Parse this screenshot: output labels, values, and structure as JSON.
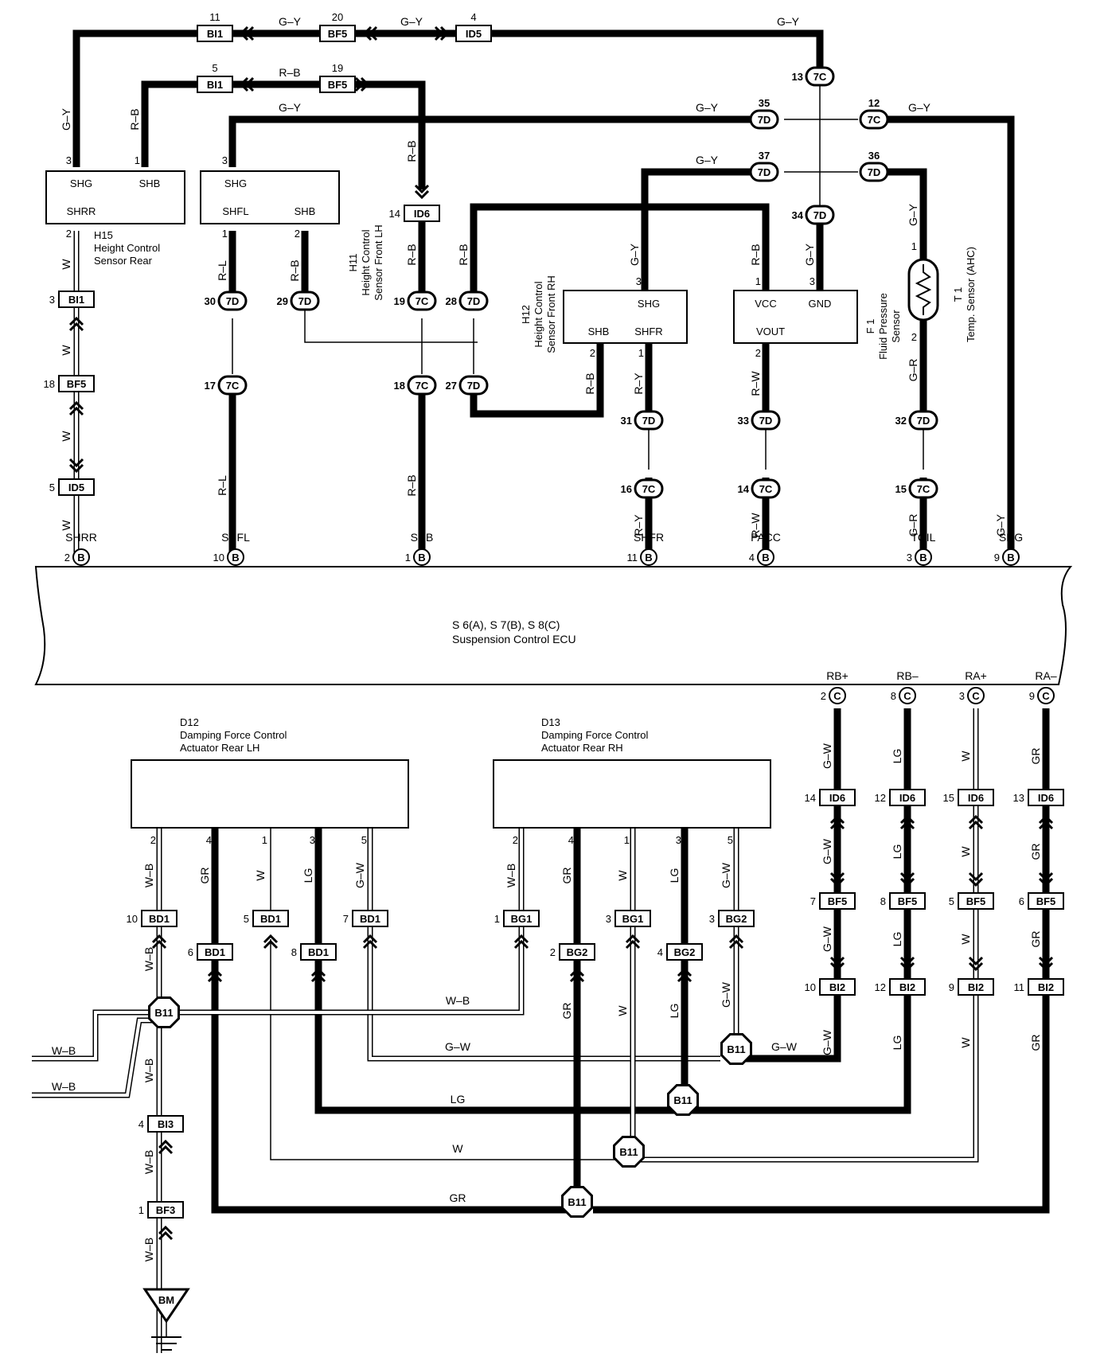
{
  "ecu": {
    "title_line1": "S 6(A), S 7(B), S 8(C)",
    "title_line2": "Suspension Control ECU",
    "terminals_top": [
      {
        "pin": "2",
        "conn": "B",
        "name": "SHRR"
      },
      {
        "pin": "10",
        "conn": "B",
        "name": "SHFL"
      },
      {
        "pin": "1",
        "conn": "B",
        "name": "SHB"
      },
      {
        "pin": "11",
        "conn": "B",
        "name": "SHFR"
      },
      {
        "pin": "4",
        "conn": "B",
        "name": "PACC"
      },
      {
        "pin": "3",
        "conn": "B",
        "name": "TOIL"
      },
      {
        "pin": "9",
        "conn": "B",
        "name": "SHG"
      }
    ],
    "terminals_bottom": [
      {
        "pin": "2",
        "conn": "C",
        "name": "RB+"
      },
      {
        "pin": "8",
        "conn": "C",
        "name": "RB–"
      },
      {
        "pin": "3",
        "conn": "C",
        "name": "RA+"
      },
      {
        "pin": "9",
        "conn": "C",
        "name": "RA–"
      }
    ]
  },
  "components": {
    "h15": {
      "code": "H15",
      "line1": "Height Control",
      "line2": "Sensor Rear",
      "terms": [
        "SHG",
        "SHB",
        "SHRR"
      ],
      "pins": [
        "3",
        "1",
        "2"
      ]
    },
    "h11": {
      "code": "H11",
      "line1": "Height Control",
      "line2": "Sensor Front LH",
      "terms": [
        "SHG",
        "SHFL",
        "SHB"
      ],
      "pins": [
        "3",
        "1",
        "2"
      ]
    },
    "h12": {
      "code": "H12",
      "line1": "Height Control",
      "line2": "Sensor Front RH",
      "terms": [
        "SHG",
        "SHB",
        "SHFR"
      ],
      "pins": [
        "3",
        "2",
        "1"
      ]
    },
    "f1": {
      "code": "F 1",
      "line1": "Fluid Pressure",
      "line2": "Sensor",
      "terms": [
        "VCC",
        "GND",
        "VOUT"
      ],
      "pins": [
        "1",
        "3",
        "2"
      ]
    },
    "t1": {
      "code": "T 1",
      "line1": "Temp.  Sensor (AHC)",
      "pins": [
        "1",
        "2"
      ]
    },
    "d12": {
      "code": "D12",
      "line1": "Damping Force Control",
      "line2": "Actuator Rear LH",
      "pins": [
        "2",
        "4",
        "1",
        "3",
        "5"
      ]
    },
    "d13": {
      "code": "D13",
      "line1": "Damping Force Control",
      "line2": "Actuator Rear RH",
      "pins": [
        "2",
        "4",
        "1",
        "3",
        "5"
      ]
    },
    "ground": "BM"
  },
  "connectors": {
    "top_row": [
      {
        "pin": "11",
        "id": "BI1"
      },
      {
        "pin": "20",
        "id": "BF5"
      },
      {
        "pin": "4",
        "id": "ID5"
      },
      {
        "pin": "5",
        "id": "BI1"
      },
      {
        "pin": "19",
        "id": "BF5"
      }
    ],
    "rear_sensor_chain": [
      {
        "pin": "3",
        "id": "BI1"
      },
      {
        "pin": "18",
        "id": "BF5"
      },
      {
        "pin": "5",
        "id": "ID5"
      }
    ],
    "id6_shb": {
      "pin": "14",
      "id": "ID6"
    },
    "oval_7c_7d": [
      {
        "pin": "13",
        "id": "7C"
      },
      {
        "pin": "35",
        "id": "7D"
      },
      {
        "pin": "12",
        "id": "7C"
      },
      {
        "pin": "37",
        "id": "7D"
      },
      {
        "pin": "36",
        "id": "7D"
      },
      {
        "pin": "34",
        "id": "7D"
      },
      {
        "pin": "30",
        "id": "7D"
      },
      {
        "pin": "29",
        "id": "7D"
      },
      {
        "pin": "19",
        "id": "7C"
      },
      {
        "pin": "28",
        "id": "7D"
      },
      {
        "pin": "17",
        "id": "7C"
      },
      {
        "pin": "18",
        "id": "7C"
      },
      {
        "pin": "27",
        "id": "7D"
      },
      {
        "pin": "31",
        "id": "7D"
      },
      {
        "pin": "33",
        "id": "7D"
      },
      {
        "pin": "32",
        "id": "7D"
      },
      {
        "pin": "16",
        "id": "7C"
      },
      {
        "pin": "14",
        "id": "7C"
      },
      {
        "pin": "15",
        "id": "7C"
      }
    ],
    "rear_ecu_chain": [
      {
        "pin": "14",
        "id": "ID6"
      },
      {
        "pin": "12",
        "id": "ID6"
      },
      {
        "pin": "15",
        "id": "ID6"
      },
      {
        "pin": "13",
        "id": "ID6"
      },
      {
        "pin": "7",
        "id": "BF5"
      },
      {
        "pin": "8",
        "id": "BF5"
      },
      {
        "pin": "5",
        "id": "BF5"
      },
      {
        "pin": "6",
        "id": "BF5"
      },
      {
        "pin": "10",
        "id": "BI2"
      },
      {
        "pin": "12",
        "id": "BI2"
      },
      {
        "pin": "9",
        "id": "BI2"
      },
      {
        "pin": "11",
        "id": "BI2"
      }
    ],
    "actuator_conns": [
      {
        "pin": "10",
        "id": "BD1"
      },
      {
        "pin": "6",
        "id": "BD1"
      },
      {
        "pin": "5",
        "id": "BD1"
      },
      {
        "pin": "8",
        "id": "BD1"
      },
      {
        "pin": "7",
        "id": "BD1"
      },
      {
        "pin": "1",
        "id": "BG1"
      },
      {
        "pin": "2",
        "id": "BG2"
      },
      {
        "pin": "3",
        "id": "BG1"
      },
      {
        "pin": "4",
        "id": "BG2"
      },
      {
        "pin": "3",
        "id": "BG2"
      }
    ],
    "ground_chain": [
      {
        "pin": "4",
        "id": "BI3"
      },
      {
        "pin": "1",
        "id": "BF3"
      }
    ],
    "splice": "B11"
  },
  "wire_colors": {
    "gy": "G–Y",
    "rb": "R–B",
    "w": "W",
    "rl": "R–L",
    "ry": "R–Y",
    "rw": "R–W",
    "gr_t": "G–R",
    "gw": "G–W",
    "lg": "LG",
    "gr": "GR",
    "wb": "W–B"
  }
}
